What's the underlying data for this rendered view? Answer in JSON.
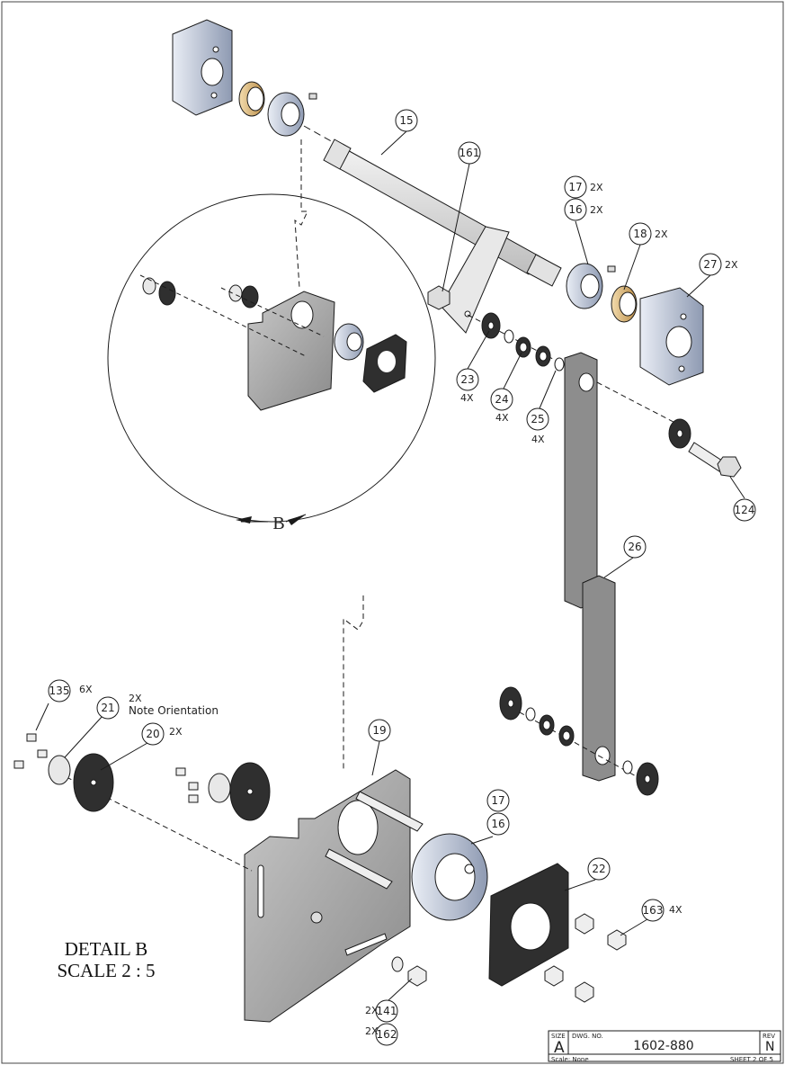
{
  "balloons": {
    "b15": "15",
    "b161": "161",
    "b17_top": "17",
    "b16_top": "16",
    "b18": "18",
    "b27": "27",
    "b23": "23",
    "b24": "24",
    "b25": "25",
    "b124": "124",
    "b26": "26",
    "b135": "135",
    "b21": "21",
    "b20": "20",
    "b19": "19",
    "b17_bot": "17",
    "b16_bot": "16",
    "b22": "22",
    "b163": "163",
    "b141": "141",
    "b162": "162"
  },
  "quantities": {
    "q17_top": "2X",
    "q16_top": "2X",
    "q18": "2X",
    "q27": "2X",
    "q23": "4X",
    "q24": "4X",
    "q25": "4X",
    "q135": "6X",
    "q21": "2X",
    "q20": "2X",
    "q163": "4X",
    "q141": "2X",
    "q162": "2X"
  },
  "notes": {
    "note_orientation": "Note Orientation"
  },
  "detail": {
    "marker": "B",
    "title": "DETAIL B",
    "scale": "SCALE 2 : 5"
  },
  "title_block": {
    "size_label": "SIZE",
    "size_value": "A",
    "dwg_label": "DWG. NO.",
    "dwg_no": "1602-880",
    "rev_label": "REV",
    "rev_value": "N",
    "scale_text": "Scale: None",
    "sheet_text": "SHEET 2 OF 5"
  },
  "colors": {
    "line": "#1a1a1a",
    "part_blue": "#b9c3d6",
    "part_blue_dark": "#7f8ba3",
    "bronze": "#d7b170",
    "plate_gray": "#9a9a9a",
    "dark_part": "#2f2f2f"
  }
}
